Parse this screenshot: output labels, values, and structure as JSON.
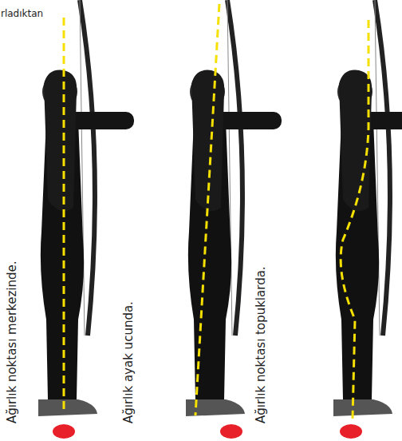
{
  "diagram": {
    "labels": [
      "rladıktan",
      "Ağırlık noktası merkezinde.",
      "Ağırlık ayak ucunda.",
      "Ağırlık noktası topuklarda."
    ]
  }
}
